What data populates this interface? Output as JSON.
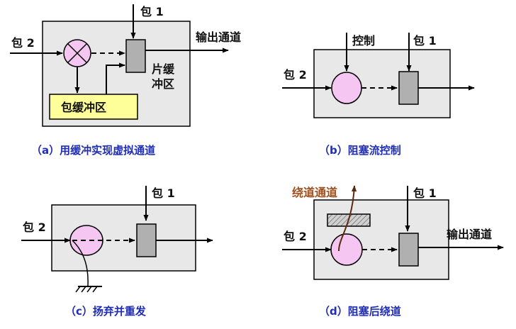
{
  "panels": {
    "a": {
      "caption": "（a）用缓冲实现虚拟通道",
      "packet1": "包 1",
      "packet2": "包 2",
      "output": "输出通道",
      "flit_buffer_line1": "片缓",
      "flit_buffer_line2": "冲区",
      "packet_buffer": "包缓冲区"
    },
    "b": {
      "caption": "（b）阻塞流控制",
      "control": "控制",
      "packet1": "包 1",
      "packet2": "包 2"
    },
    "c": {
      "caption": "（c）扬弃并重发",
      "packet1": "包 1",
      "packet2": "包 2"
    },
    "d": {
      "caption": "（d）阻塞后绕道",
      "detour": "绕道通道",
      "packet1": "包 1",
      "packet2": "包 2",
      "output": "输出通道"
    }
  },
  "colors": {
    "box_fill": "#e8e8e8",
    "circle_fill": "#f6c6f2",
    "buffer_fill": "#b0b0b0",
    "packet_buffer_fill": "#ffff99",
    "caption_text": "#1f2db5",
    "detour_text": "#a0501e"
  }
}
